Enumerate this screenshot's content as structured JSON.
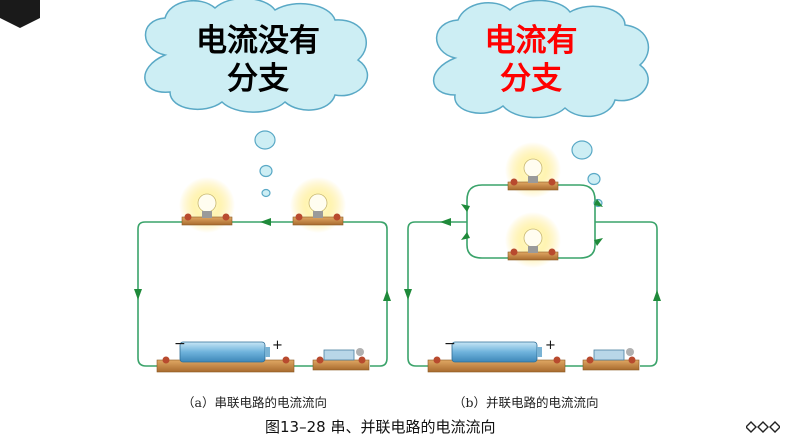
{
  "thought_bubbles": {
    "series": {
      "line1": "电流没有",
      "line2": "分支",
      "color": "#000000"
    },
    "parallel": {
      "line1": "电流有",
      "line2": "分支",
      "color": "#ff0000"
    }
  },
  "circuits": {
    "a_caption": "（a）串联电路的电流流向",
    "b_caption": "（b）并联电路的电流流向",
    "battery_minus": "−",
    "battery_plus": "+"
  },
  "figure_title": "图13–28   串、并联电路的电流流向",
  "colors": {
    "wire": "#3aa36a",
    "arrow": "#1f8a3a",
    "cloud_fill": "#cdeef4",
    "cloud_stroke": "#5aa9c6",
    "board": "#c88a4a",
    "battery": "#8fc7e6"
  },
  "icons": [
    "corner-tab-icon",
    "lamp-icon",
    "battery-icon",
    "switch-icon",
    "diamond-chain-icon"
  ]
}
